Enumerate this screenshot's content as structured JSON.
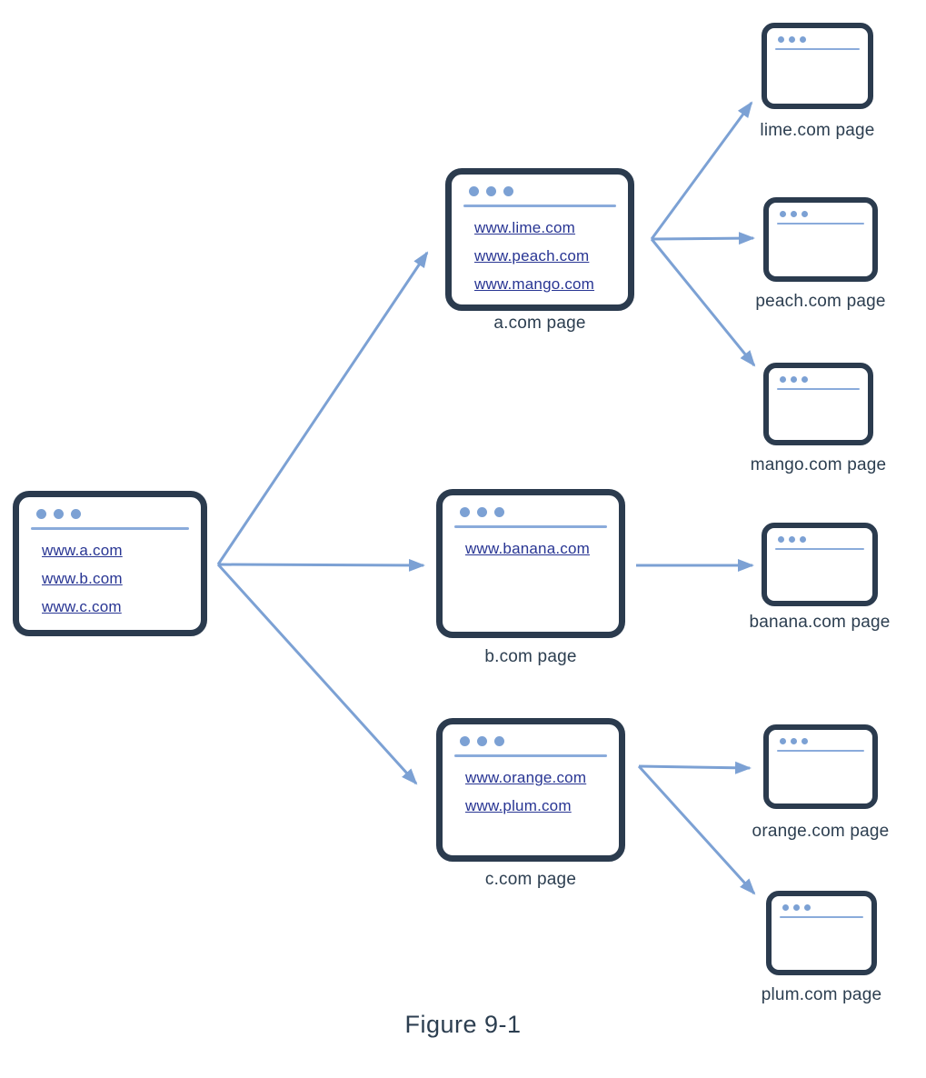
{
  "figure": {
    "caption": "Figure 9-1"
  },
  "colors": {
    "window_border": "#2b3b4e",
    "accent_blue": "#7ca1d4",
    "titlebar_line_blue": "#8aabdb",
    "link_blue": "#283593",
    "label_text": "#2c3e50"
  },
  "icons": {
    "window_controls": "three-dots"
  },
  "diagram": {
    "start_page": {
      "links": [
        "www.a.com",
        "www.b.com",
        "www.c.com"
      ]
    },
    "a_page": {
      "label": "a.com page",
      "links": [
        "www.lime.com",
        "www.peach.com",
        "www.mango.com"
      ]
    },
    "b_page": {
      "label": "b.com page",
      "links": [
        "www.banana.com"
      ]
    },
    "c_page": {
      "label": "c.com page",
      "links": [
        "www.orange.com",
        "www.plum.com"
      ]
    },
    "leaf_pages": [
      {
        "label": "lime.com page"
      },
      {
        "label": "peach.com page"
      },
      {
        "label": "mango.com page"
      },
      {
        "label": "banana.com page"
      },
      {
        "label": "orange.com page"
      },
      {
        "label": "plum.com page"
      }
    ],
    "edges": [
      "start->a.com page",
      "start->b.com page",
      "start->c.com page",
      "a.com page->lime.com page",
      "a.com page->peach.com page",
      "a.com page->mango.com page",
      "b.com page->banana.com page",
      "c.com page->orange.com page",
      "c.com page->plum.com page"
    ]
  }
}
